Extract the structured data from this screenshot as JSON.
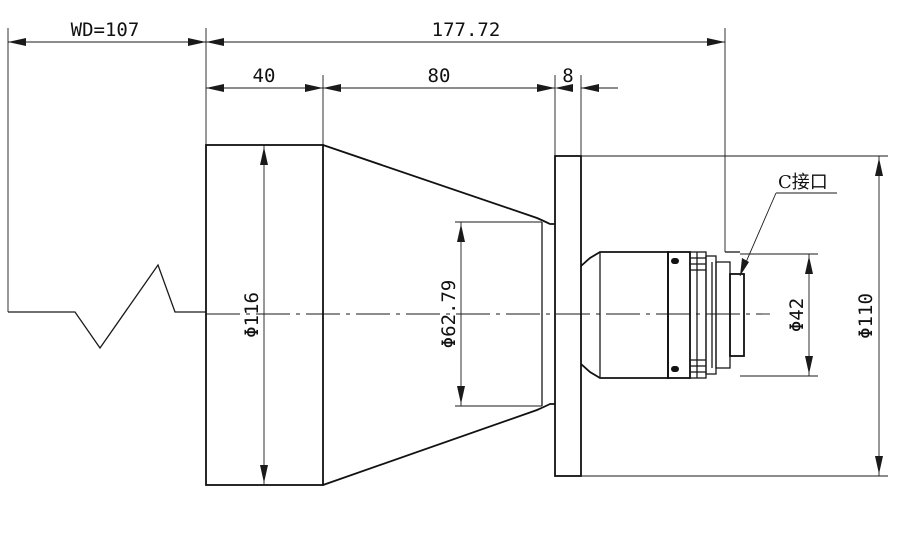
{
  "dimensions": {
    "wd": "WD=107",
    "total_length": "177.72",
    "front_length": "40",
    "taper_length": "80",
    "flange_thickness": "8",
    "front_diameter": "Φ116",
    "taper_diameter": "Φ62.79",
    "mount_diameter": "Φ42",
    "flange_diameter": "Φ110"
  },
  "labels": {
    "mount_type": "C接口"
  }
}
